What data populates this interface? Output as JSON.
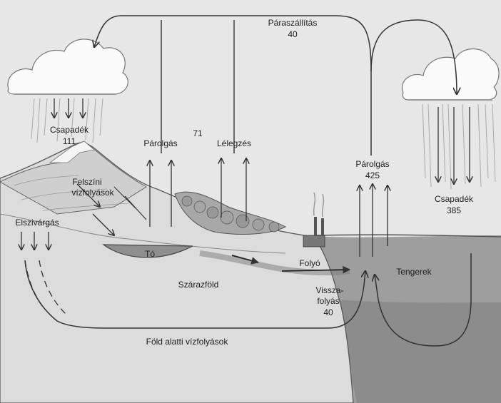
{
  "labels": {
    "vapor_transport": "Páraszállítás",
    "vapor_transport_value": "40",
    "precip_land": "Csapadék",
    "precip_land_value": "111",
    "evaporation_land": "Párolgás",
    "land_evap_value": "71",
    "respiration": "Lélegzés",
    "evaporation_sea": "Párolgás",
    "evap_sea_value": "425",
    "precip_sea": "Csapadék",
    "precip_sea_value": "385",
    "surface_runoff_1": "Felszíni",
    "surface_runoff_2": "vízfolyások",
    "infiltration": "Elszivárgás",
    "lake": "Tó",
    "river": "Folyó",
    "seas": "Tengerek",
    "land": "Szárazföld",
    "backflow_1": "Vissza-",
    "backflow_2": "folyás",
    "backflow_value": "40",
    "groundwater": "Föld alatti vízfolyások"
  }
}
